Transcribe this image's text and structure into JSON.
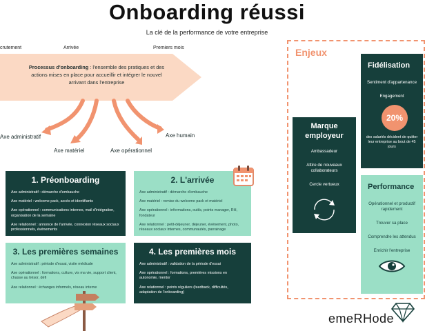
{
  "header": {
    "title": "Onboarding réussi",
    "subtitle": "La clé de la performance de votre entreprise"
  },
  "timeline": {
    "phases": [
      "crutement",
      "Arrivée",
      "Premiers mois"
    ]
  },
  "definition": {
    "term": "Processus d'onboarding",
    "text": " : l'ensemble des pratiques et des actions mises en place pour accueillir et intégrer le nouvel arrivant dans l'entreprise"
  },
  "axes": [
    "Axe administratif",
    "Axe matériel",
    "Axe opérationnel",
    "Axe humain"
  ],
  "steps": [
    {
      "title": "1. Préonboarding",
      "items": [
        "Axe administratif : démarche d'embauche",
        "Axe matériel : welcome pack, accès et identifiants",
        "Axe opérationnel : communications internes, mail d'intégration, organisation de la semaine",
        "Axe relationnel : annonce de l'arrivée, connexion réseaux sociaux professionnels, événements"
      ]
    },
    {
      "title": "2. L'arrivée",
      "items": [
        "Axe administratif : démarche d'embauche",
        "Axe matériel : remise du welcome pack et matériel",
        "Axe opérationnel : informations, outils, points manager, RH, fondateur",
        "Axe relationnel : petit-déjeuner, déjeuner, événement, photo, réseaux sociaux internes, communautés, parrainage"
      ]
    },
    {
      "title": "3. Les premières semaines",
      "items": [
        "Axe administratif : période d'essai, visite médicale",
        "Axe opérationnel : formations, culture, vis ma vie, support client, chasse au trésor, défi",
        "Axe relationnel : échanges informels, réseau interne"
      ]
    },
    {
      "title": "4. Les premières mois",
      "items": [
        "Axe administratif : validation de la période d'essai",
        "Axe opérationnel : formations, premières missions en autonomie, mentor",
        "Axe relationnel : points réguliers (feedback, difficultés, adaptation de l'onboarding)"
      ]
    }
  ],
  "enjeux": {
    "title": "Enjeux",
    "marque": {
      "title": "Marque employeur",
      "items": [
        "Ambassadeur",
        "Attire de nouveaux collaborateurs",
        "Cercle vertueux"
      ]
    },
    "fidelisation": {
      "title": "Fidélisation",
      "items": [
        "Sentiment d'appartenance",
        "Engagement"
      ],
      "stat": "20%",
      "stat_text": "des salariés décident de quitter leur entreprise au bout de 45 jours"
    },
    "performance": {
      "title": "Performance",
      "items": [
        "Opérationnel et productif rapidement",
        "Trouver sa place",
        "Comprendre les attendus",
        "Enrichir l'entreprise"
      ]
    }
  },
  "brand": {
    "name": "emeRHode"
  },
  "colors": {
    "dark_teal": "#163f3b",
    "mint": "#9bdfc6",
    "salmon": "#f1936f",
    "arrow_peach": "#fbd9c4"
  }
}
